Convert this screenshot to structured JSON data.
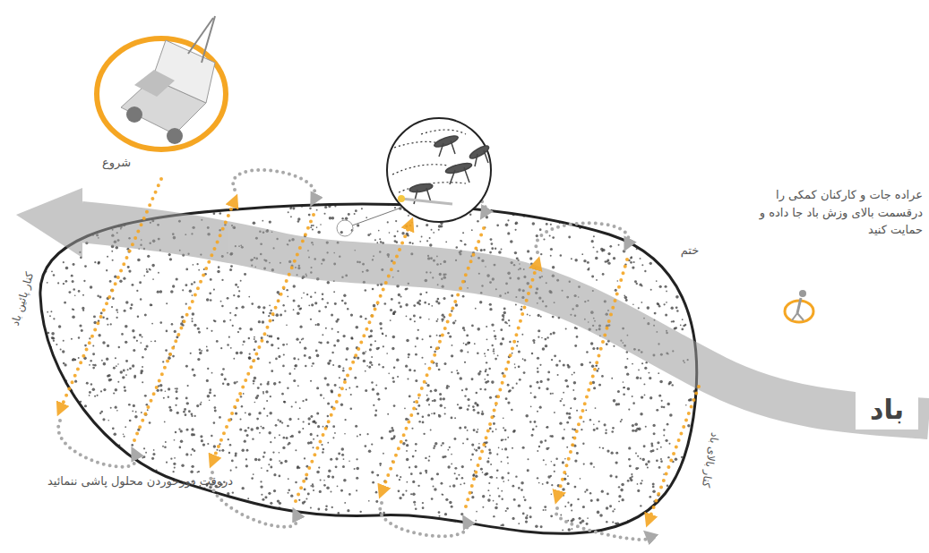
{
  "diagram": {
    "labels": [
      "شروع",
      "عراده جات و کارکنان کمکی را درقسمت بالای وزش باد جا داده و حمایت کنید",
      "ختم",
      "کنار پائین باد",
      "کنار بالای باد",
      "باد",
      "دروقت دورخوردن محلول پاشی ننمائید"
    ]
  }
}
